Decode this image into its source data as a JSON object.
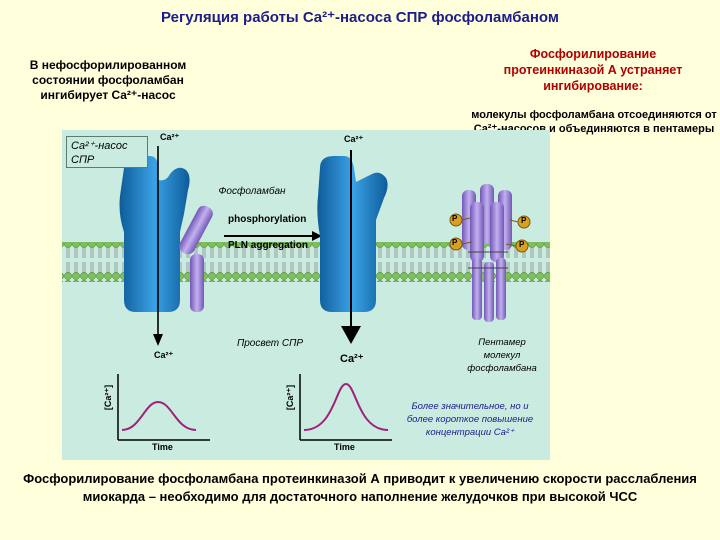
{
  "title": "Регуляция  работы Ca²⁺-насоса СПР фосфоламбаном",
  "left_caption": "В нефосфорилированном состоянии фосфоламбан ингибирует Ca²⁺-насос",
  "right_caption": "Фосфорилирование протеинкиназой А устраняет ингибирование:",
  "right_caption2": "молекулы фосфоламбана отсоединяются от Ca²⁺-насосов и объединяются в пентамеры",
  "labels": {
    "pump": "Ca²⁺-насос СПР",
    "phospholamban": "Фосфоламбан",
    "phosphorylation": "phosphorylation",
    "pln_aggregation": "PLN aggregation",
    "lumen": "Просвет СПР",
    "pentamer": "Пентамер молекул фосфоламбана",
    "note": "Более значительное, но и более короткое повышение концентрации Ca²⁺",
    "ca": "Ca²⁺",
    "p": "P",
    "graph_ylabel": "[Ca²⁺]",
    "graph_xlabel": "Time"
  },
  "bottom_caption": "Фосфорилирование фосфоламбана протеинкиназой А приводит к увеличению скорости расслабления миокарда – необходимо для достаточного наполнение желудочков при высокой ЧСС",
  "colors": {
    "background": "#ffffdc",
    "panel": "#c9ebe0",
    "pump": "#1e7fc6",
    "pln": "#9a7fd6",
    "membrane_head": "#7fbf5a",
    "title": "#1c1c8a"
  }
}
